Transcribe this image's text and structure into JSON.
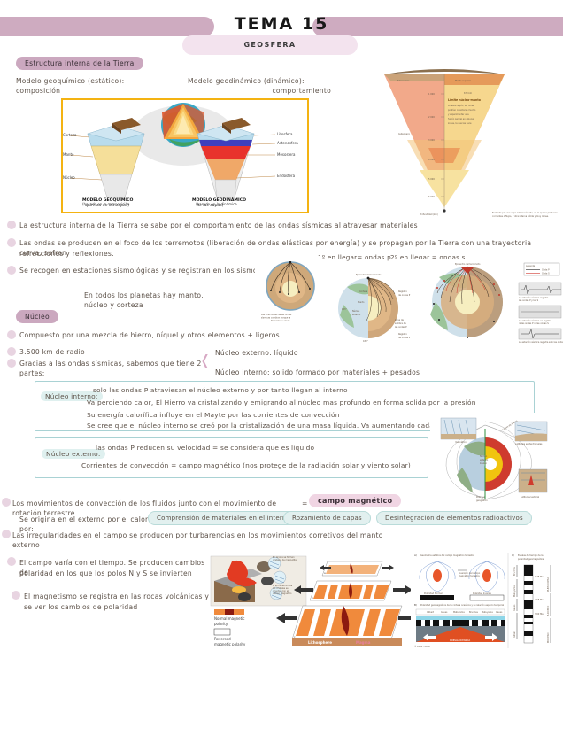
{
  "header": {
    "title": "TEMA 15",
    "subtitle": "GEOSFERA"
  },
  "section_structure": {
    "pill": "Estructura interna de la Tierra",
    "model_left": "Modelo geoquímico (estático): composición",
    "model_left_l1": "Modelo geoquímico (estático):",
    "model_left_l2": "composición",
    "model_right_l1": "Modelo geodinámico (dinámico):",
    "model_right_l2": "comportamiento"
  },
  "bullets_top": [
    "La estructura interna de la Tierra se sabe por el comportamiento de las ondas sísmicas al atravesar materiales",
    "Las ondas se producen en el foco de los terremotos (liberación de ondas elásticas por energía) y se propagan por la Tierra con una trayectoria curva, sufren refracciones y reflexiones.",
    "Se recogen en estaciones sismológicas y se registran en los sismogramas"
  ],
  "bullets_top_lines": {
    "b1": "La estructura interna de la Tierra se sabe por el comportamiento de las ondas sísmicas al atravesar materiales",
    "b2a": "Las ondas se producen en el foco de los terremotos (liberación de ondas elásticas por energía) y se propagan por la Tierra con una trayectoria curva, sufren",
    "b2b": "refracciones y reflexiones.",
    "b3": "Se recogen en estaciones sismológicas y se registran en los sismogramas"
  },
  "note_planets": {
    "l1": "En todos los planetas hay manto,",
    "l2": "núcleo y corteza"
  },
  "wave_labels": {
    "p": "1º en llegar= ondas p",
    "s": "2º en llegar = ondas s"
  },
  "section_nucleo": {
    "pill": "Núcleo",
    "bullets": [
      "Compuesto por una mezcla de hierro, níquel y otros elementos + ligeros",
      "3.500 km de radio",
      "Gracias a las ondas sísmicas, sabemos que tiene 2 partes:"
    ],
    "branch_top": "Núcleo externo: líquido",
    "branch_bottom": "Núcleo interno: solido formado por materiales + pesados"
  },
  "box_inner_core": {
    "tag": "Núcleo interno:",
    "lead": "solo las ondas P atraviesan el núcleo externo y por tanto llegan al interno",
    "lines": [
      "Va perdiendo calor, El Hierro va cristalizando y emigrando al núcleo mas profundo en forma solida por la presión",
      "Su energía calorífica influye en el Mayte por las corrientes de convección",
      "Se cree que el núcleo interno se creó por la cristalización de una masa líquida. Va aumentando cada año"
    ]
  },
  "box_outer_core": {
    "tag": "Núcleo externo:",
    "lead": "las ondas P reducen su velocidad = se considera que es líquido",
    "lines": [
      "Corrientes de convección = campo magnético (nos protege de la radiación solar y viento solar)"
    ]
  },
  "section_magnetic": {
    "b1_pre": "Los movimientos de convección de los fluidos junto con el movimiento de rotación terrestre",
    "b1_eq": "=",
    "b1_pill": "campo magnético",
    "origin_label": "Se origina en el externo por el calor por:",
    "origin_pills": [
      "Comprensión de materiales en el interno",
      "Rozamiento de capas",
      "Desintegración de elementos radioactivos"
    ],
    "b2": "Las irregularidades en el campo se producen por turbarencias en los movimientos corretivos del manto externo",
    "b3a": "El campo varía con el tiempo. Se producen cambios de",
    "b3b": "polaridad en los que los polos N y S se invierten",
    "b4a": "El magnetismo se registra en las rocas volcánicas y",
    "b4b": "se ver los cambios de polaridad"
  },
  "fig_models": {
    "left_title": "MODELO GEOQUÍMICO",
    "left_sub1": "(basado en la composición",
    "left_sub2": "química de las capas)",
    "right_title": "MODELO GEODINÁMICO",
    "right_sub1": "(basado en la dinámica",
    "right_sub2": "de las capas)",
    "left_labels": [
      "Corteza",
      "Manto",
      "Núcleo"
    ],
    "right_labels": [
      "Litosfera",
      "Astenosfera",
      "Mesosfera",
      "Endosfera"
    ]
  },
  "fig_wedge": {
    "left_boxes": [
      {
        "title": "CORTEZA",
        "text": "Tiene un grosor de 3 a 70 km. Formado por elementos ligeros, principalmente oxígeno y silicio. Roca compacta. Separada del manto por la discontinuidad de Mohorovicic."
      },
      {
        "title": "MANTO",
        "text": "Se extiende hasta los 2900 km. Formado por elementos más pesados, sobre todo silicio y magnesio, los materiales del manto estan más comprimidos debido a la presión. Esta capa está separada del núcleo por la discontinuidad de Gutenberg."
      },
      {
        "title": "NÚCLEO",
        "text": "Ocupa el centro de la Tierra y está formado por metales, principalmente hierro, y algunos elementos más ligeros, como azufre o silicio."
      }
    ],
    "right_boxes": [
      {
        "title": "LITOSFERA",
        "text": "Tiene unos 100 km de espesor medio, aunque puede alcanzar 300 km bajo las zonas montañosas. Formada por rocas rígidas y quebradizas, coincide con la corteza y con la parte rígida del manto superior."
      },
      {
        "title": "ASTENOSFERA",
        "text": "En la actualidad, esta capa se entiende como la zona en la que las rocas del manto, debido a las altas presiones y temperaturas, se vuelven plásticas y capaces de fluir. Junto bajo la litosfera, la astenosfera presenta (solo en algunas regiones) una fusión parcial de sus rocas."
      },
      {
        "title": "MESOSFERA",
        "text": "También llamada manto inferior, comienza a los 670 km de profundidad, donde se produce un cambio de fase en los minerales, que se vuelven más densos sin variar su composición química. Formada por rocas calientes y sólidas, poco plásticas y capaces de fluir lentamente. Parece ser algo más viscosa que la capa anterior."
      },
      {
        "title": "ENDOSFERA",
        "text": "Formada por una capa externa líquida, en la que se producen corrientes o flujos, y otra interna sólida y muy densa."
      }
    ],
    "depths": [
      "1 000",
      "2 000",
      "3 000",
      "4 000",
      "5 000",
      "6 000"
    ],
    "inner_labels": [
      "Manto superior",
      "670 km",
      "Límite núcleo-manto",
      "Núcleo externo",
      "5 100 km",
      "Núcleo interno",
      "Mohorovicic",
      "Gutenberg",
      "Profundidad (km)"
    ]
  },
  "fig_globe1": {
    "caption_l1": "Las direcciones de las ondas",
    "caption_l2": "sísmicas cambian porque la",
    "caption_l3": "Tierra tiene capas"
  },
  "fig_globe2": {
    "epicenter": "Epicentro del terremoto",
    "labels": [
      "Corteza",
      "Manto",
      "Núcleo externo",
      "Núcleo interno",
      "Registro de ondas P",
      "Zona de sombra de las ondas P",
      "0°",
      "103°",
      "142°",
      "180°"
    ]
  },
  "fig_globe3": {
    "legend_title": "Leyenda",
    "legend_items": [
      "Onda P",
      "Onda S"
    ],
    "epicenter": "Epicentro del terremoto",
    "notes": [
      "La estación sísmica registra las ondas P y las S",
      "La estación sísmica no registra ni las ondas P ni las ondas S",
      "La estación sísmica registra solo las ondas P"
    ]
  },
  "fig_magfield": {
    "labels": [
      "Polo Norte magnético",
      "Polo Sur geográfico",
      "Líneas de fuerza",
      "Latitudes septentrionales",
      "Latitud ecuatorial",
      "Núcleo externo líquido"
    ]
  },
  "fig_seafloor": {
    "legend_normal_l1": "Normal magnetic",
    "legend_normal_l2": "polarity",
    "legend_reversed_l1": "Reversed",
    "legend_reversed_l2": "magnetic polarity",
    "lithosphere": "Lithosphere",
    "magma": "Magma",
    "stages": [
      "a",
      "b",
      "c"
    ]
  },
  "fig_polarity": {
    "panelA_label": "A)",
    "panelA_title": "Geometría estática del campo magnético terrestre",
    "panelA_left": "Polaridad Normal",
    "panelA_right": "Polaridad Inversa",
    "panelA_mid": "Inversión del campo magnético terrestre",
    "panelB_label": "B)",
    "panelB_title": "Polaridad geomagnética de la corteza oceánica y su relación espacio temporal",
    "panelB_ridge": "DORSAL OCEÁNICA",
    "panelC_label": "C)",
    "panelC_title": "Escalas de tiempo de la polaridad geomagnética",
    "panelC_chrons": [
      "Brunhes",
      "Matuyama",
      "Gauss",
      "Gilbert"
    ],
    "panelC_ages": [
      "0,78 Ma",
      "2,58 Ma",
      "3,60 Ma"
    ],
    "panelC_epochs": [
      "PLEISTOCENO",
      "PLIOCENO",
      "MIOCENO"
    ]
  },
  "colors": {
    "header_band": "#ceabc0",
    "sub_pill": "#f3e3ee",
    "pill_pink": "#cba8bf",
    "pill_pink_lite": "#f0d5e3",
    "pill_teal_bg": "#e2f0ef",
    "pill_teal_border": "#b9dbd9",
    "box_border": "#a9d2d4",
    "bullet": "#e8d4e1",
    "frame_yellow": "#f4b312",
    "text": "#5c5148"
  }
}
